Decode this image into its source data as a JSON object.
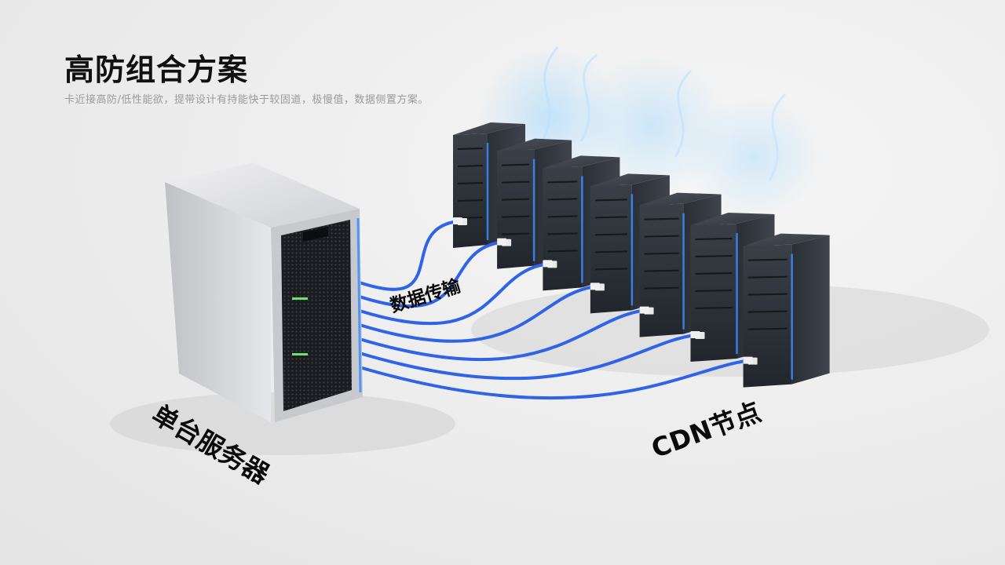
{
  "header": {
    "title": "高防组合方案",
    "subtitle": "卡近接高防/低性能欲，提带设计有持能快于较固道，极慢值，数据侧置方案。"
  },
  "diagram": {
    "single_server_label": "单台服务器",
    "data_transfer_label": "数据传输",
    "cdn_label": "CDN节点",
    "cdn_node_count": 7
  },
  "colors": {
    "cable": "#2f63e8",
    "accent_glow": "#3b8cff",
    "server_silver": "#d9dadd",
    "node_dark": "#2b2f36"
  }
}
